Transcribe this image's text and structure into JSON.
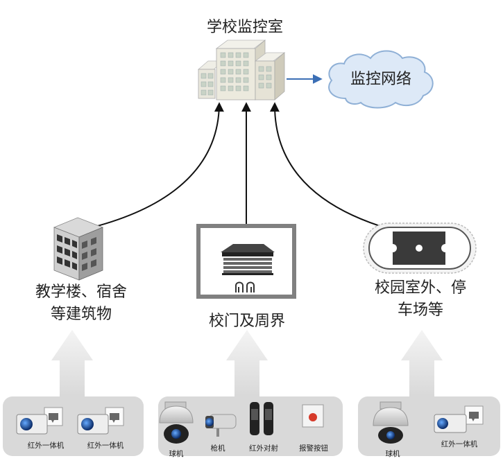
{
  "control_room": {
    "label": "学校监控室"
  },
  "network": {
    "label": "监控网络"
  },
  "zones": {
    "buildings": {
      "line1": "教学楼、宿舍",
      "line2": "等建筑物"
    },
    "gate": {
      "label": "校门及周界"
    },
    "outdoor": {
      "line1": "校园室外、停",
      "line2": "车场等"
    }
  },
  "devices": {
    "left": [
      "红外一体机",
      "红外一体机"
    ],
    "middle": [
      "球机",
      "枪机",
      "红外对射",
      "报警按钮"
    ],
    "right": [
      "球机",
      "红外一体机"
    ]
  },
  "colors": {
    "arrow": "#111111",
    "network_arrow": "#3b6fb5",
    "cloud_fill": "#dde9f7",
    "cloud_stroke": "#8fb0d6",
    "device_panel": "#d9d9d9",
    "up_arrow": "#e3e3e3",
    "gate_frame": "#808080"
  }
}
